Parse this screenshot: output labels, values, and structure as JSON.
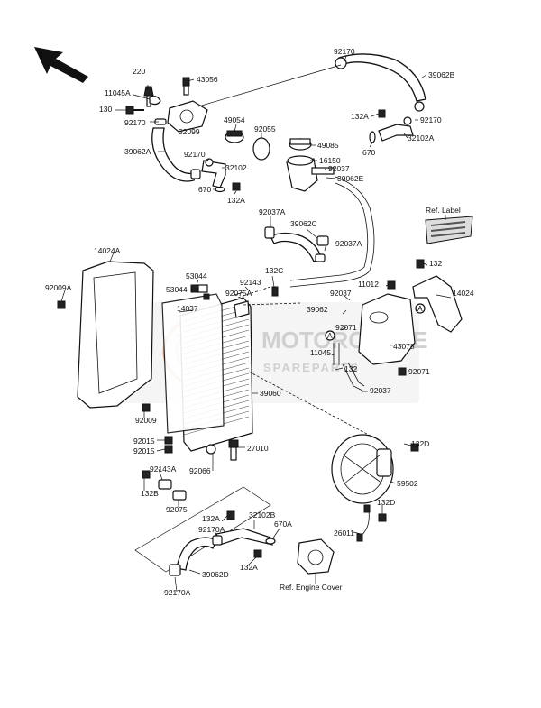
{
  "diagram": {
    "direction_arrow": "arrow-front-icon",
    "watermark": {
      "title": "MOTORCYCLE",
      "subtitle": "SPAREPARTS",
      "accent_color": "#e7a58c"
    },
    "ref_labels": {
      "label": "Ref. Label",
      "engine_cover": "Ref. Engine Cover"
    },
    "callout_a": "A",
    "parts": [
      "220",
      "43056",
      "11045A",
      "130",
      "92170",
      "32099",
      "49054",
      "92055",
      "49085",
      "16150",
      "92037",
      "39062E",
      "39062A",
      "92170",
      "32102",
      "670",
      "132A",
      "92170",
      "39062B",
      "132A",
      "92170",
      "32102A",
      "670",
      "92037A",
      "39062C",
      "92037A",
      "14024A",
      "92009A",
      "53044",
      "53044",
      "14037",
      "92075A",
      "92143",
      "132C",
      "132",
      "11012",
      "14024",
      "92037",
      "39062",
      "92071",
      "43078",
      "11045",
      "132",
      "92071",
      "92037",
      "39060",
      "92009",
      "92015",
      "92015",
      "27010",
      "92143A",
      "92066",
      "132B",
      "92075",
      "132D",
      "59502",
      "132D",
      "26011",
      "132A",
      "32102B",
      "670A",
      "92170A",
      "132A",
      "39062D",
      "92170A"
    ]
  }
}
